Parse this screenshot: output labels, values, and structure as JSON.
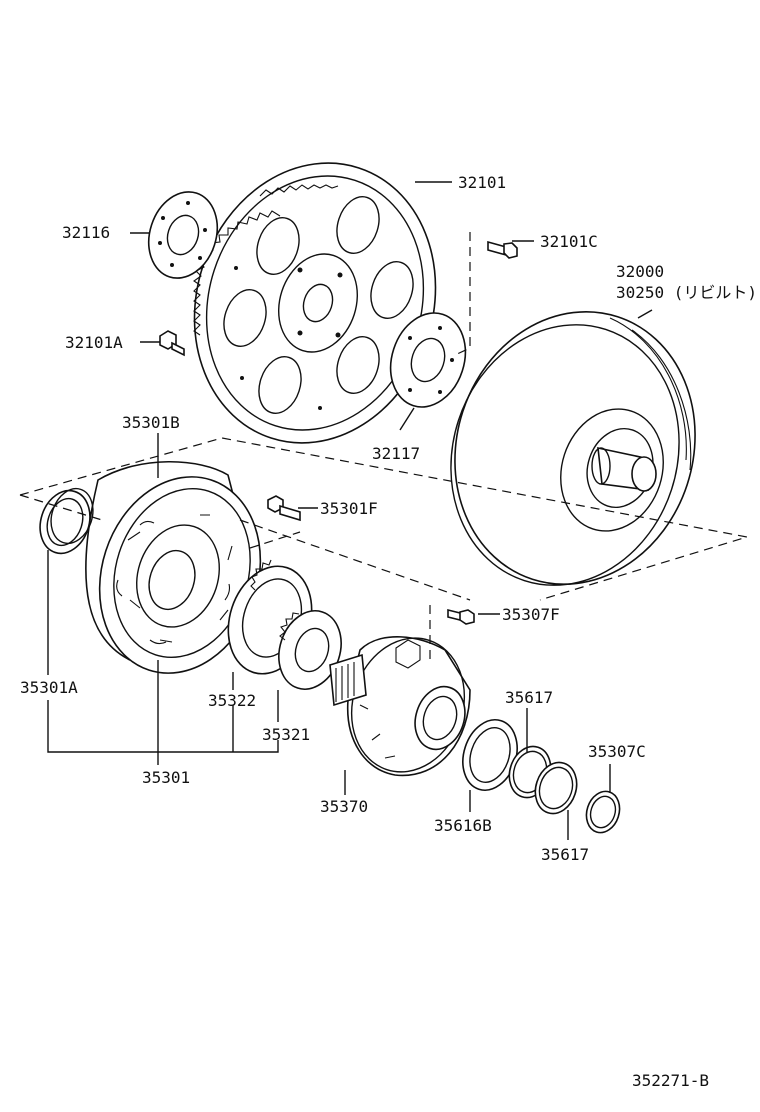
{
  "diagram_id": "352271-B",
  "labels": {
    "p32101": "32101",
    "p32116": "32116",
    "p32101C": "32101C",
    "p32000": "32000",
    "p30250": "30250 (リビルト)",
    "p32101A": "32101A",
    "p32117": "32117",
    "p35301B": "35301B",
    "p35301F": "35301F",
    "p35307F": "35307F",
    "p35301A": "35301A",
    "p35322": "35322",
    "p35617_top": "35617",
    "p35321": "35321",
    "p35307C": "35307C",
    "p35301": "35301",
    "p35370": "35370",
    "p35616B": "35616B",
    "p35617_bottom": "35617"
  }
}
